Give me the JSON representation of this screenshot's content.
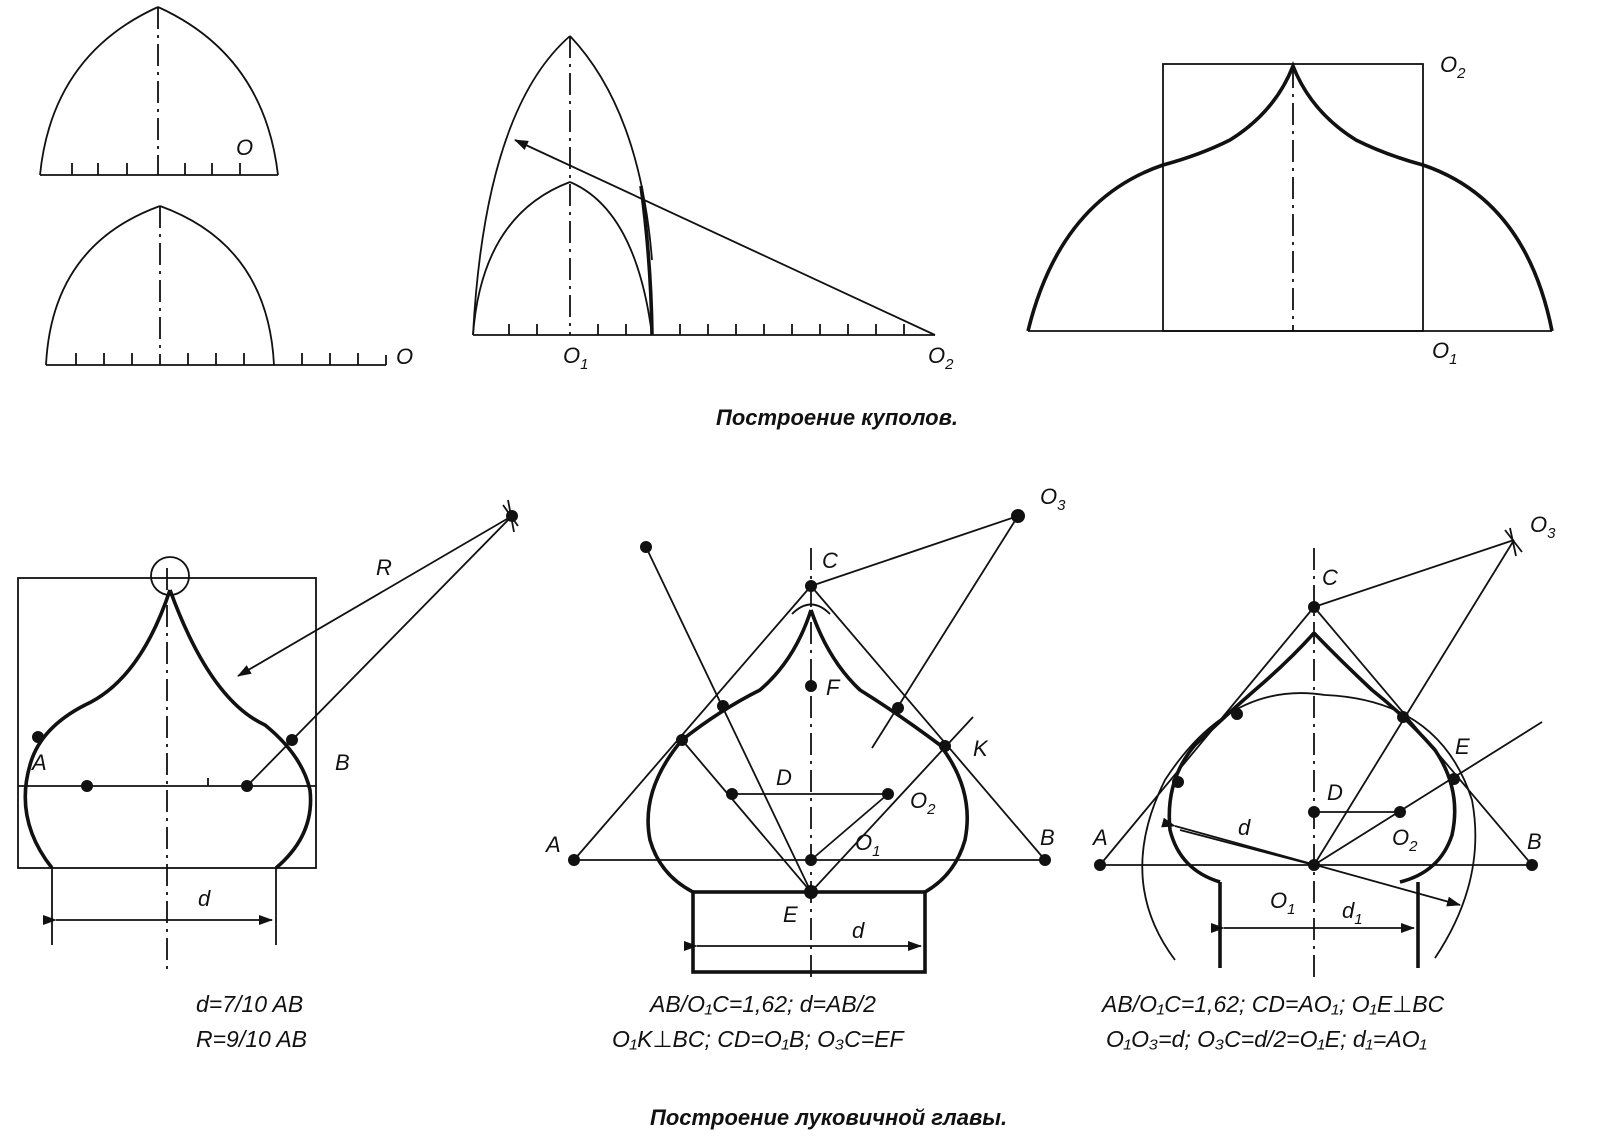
{
  "captions": {
    "domes": "Построение куполов.",
    "onion": "Построение луковичной главы."
  },
  "fig_domes_1": {
    "label_o": "O"
  },
  "fig_domes_2": {
    "label_o": "O"
  },
  "fig_domes_3": {
    "label_o1": "O",
    "label_o1_sub": "1",
    "label_o2": "O",
    "label_o2_sub": "2"
  },
  "fig_domes_4": {
    "label_o1": "O",
    "label_o1_sub": "1",
    "label_o2": "O",
    "label_o2_sub": "2"
  },
  "fig_onion_1": {
    "label_a": "A",
    "label_b": "B",
    "label_r": "R",
    "label_d": "d",
    "formula_1": "d=7/10 AB",
    "formula_2": "R=9/10 AB"
  },
  "fig_onion_2": {
    "label_a": "A",
    "label_b": "B",
    "label_c": "C",
    "label_d": "D",
    "label_e": "E",
    "label_f": "F",
    "label_k": "K",
    "label_dd": "d",
    "label_o1": "O",
    "label_o1_sub": "1",
    "label_o2": "O",
    "label_o2_sub": "2",
    "label_o3": "O",
    "label_o3_sub": "3",
    "formula_1": "AB/O₁C=1,62;  d=AB/2",
    "formula_2": "O₁K⊥BC;  CD=O₁B;  O₃C=EF"
  },
  "fig_onion_3": {
    "label_a": "A",
    "label_b": "B",
    "label_c": "C",
    "label_d": "D",
    "label_e": "E",
    "label_dd": "d",
    "label_d1": "d",
    "label_d1_sub": "1",
    "label_o1": "O",
    "label_o1_sub": "1",
    "label_o2": "O",
    "label_o2_sub": "2",
    "label_o3": "O",
    "label_o3_sub": "3",
    "formula_1": "AB/O₁C=1,62;  CD=AO₁;  O₁E⊥BC",
    "formula_2": "O₁O₃=d;  O₃C=d/2=O₁E;  d₁=AO₁"
  }
}
